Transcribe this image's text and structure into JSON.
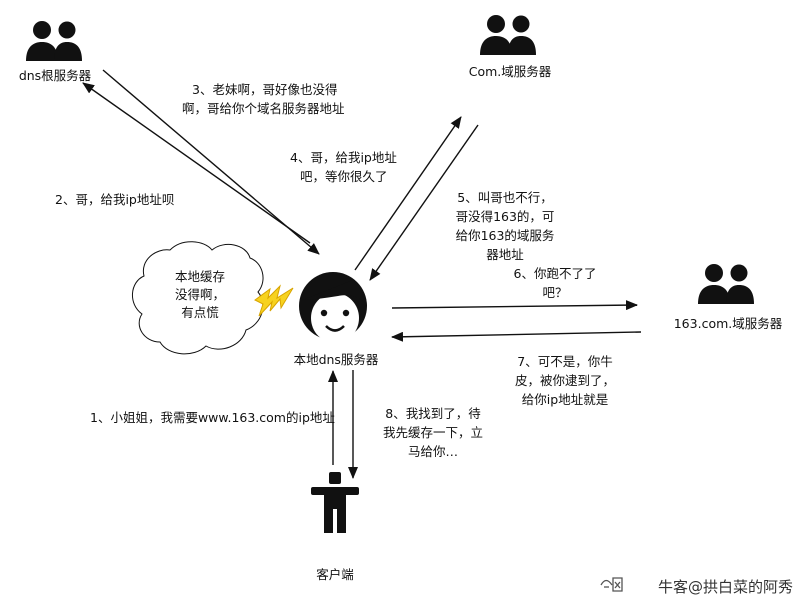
{
  "nodes": {
    "dns_root": {
      "label": "dns根服务器",
      "icon": "user-group-icon"
    },
    "com": {
      "label": "Com.域服务器",
      "icon": "user-group-icon"
    },
    "dom163": {
      "label": "163.com.域服务器",
      "icon": "user-group-icon"
    },
    "local": {
      "label": "本地dns服务器",
      "icon": "girl-face-icon"
    },
    "client": {
      "label": "客户端",
      "icon": "person-icon"
    }
  },
  "thought": {
    "lines": [
      "本地缓存",
      "没得啊，",
      "有点慌"
    ],
    "icon": "lightning-icon"
  },
  "messages": {
    "m1": {
      "lines": [
        "1、小姐姐，我需要www.163.com的ip地址"
      ]
    },
    "m2": {
      "lines": [
        "2、哥，给我ip地址呗"
      ]
    },
    "m3": {
      "lines": [
        "3、老妹啊，哥好像也没得",
        "啊，哥给你个域名服务器地址"
      ]
    },
    "m4": {
      "lines": [
        "4、哥，给我ip地址",
        "吧，等你很久了"
      ]
    },
    "m5": {
      "lines": [
        "5、叫哥也不行，",
        "哥没得163的，可",
        "给你163的域服务",
        "器地址"
      ]
    },
    "m6": {
      "lines": [
        "6、你跑不了了",
        "吧？"
      ]
    },
    "m7": {
      "lines": [
        "7、可不是，你牛",
        "皮，被你逮到了，",
        "给你ip地址就是"
      ]
    },
    "m8": {
      "lines": [
        "8、我找到了，待",
        "我先缓存一下，立",
        "马给你…"
      ]
    }
  },
  "watermark": {
    "text": "牛客@拱白菜的阿秀",
    "icon": "nowcoder-logo-icon"
  },
  "colors": {
    "arrow": "#111111",
    "lightning_fill": "#f7d21f",
    "lightning_stroke": "#d8a400",
    "icon": "#111111"
  }
}
